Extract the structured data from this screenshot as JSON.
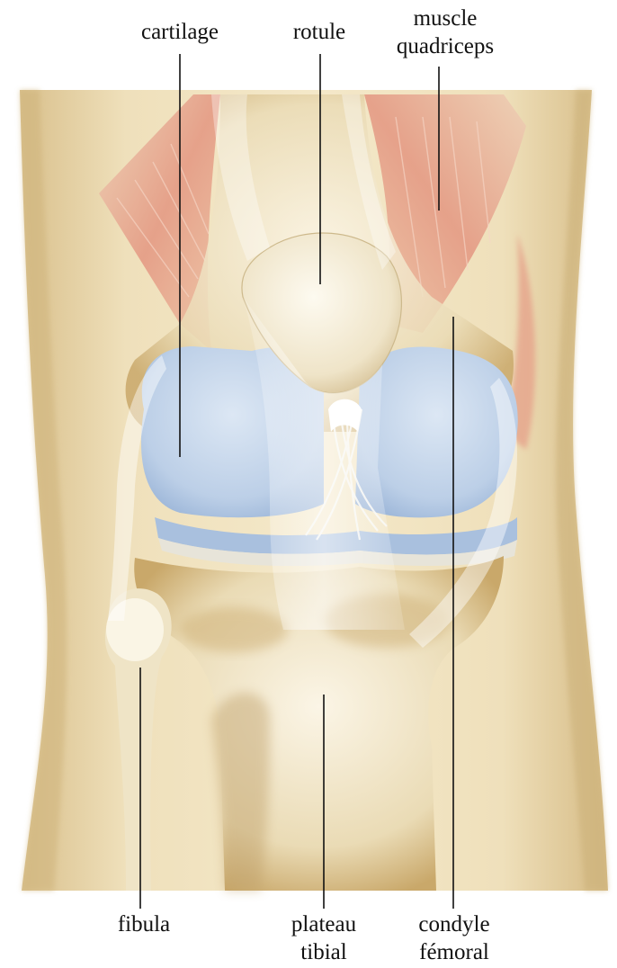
{
  "labels": {
    "cartilage": "cartilage",
    "rotule": "rotule",
    "muscle_quadriceps": [
      "muscle",
      "quadriceps"
    ],
    "fibula": "fibula",
    "plateau_tibial": [
      "plateau",
      "tibial"
    ],
    "condyle_femoral": [
      "condyle",
      "fémoral"
    ]
  },
  "colors": {
    "skin": "#e9d7ae",
    "bone": "#f3ead2",
    "bone_shadow": "#c9a86a",
    "cartilage": "#b9cde6",
    "muscle": "#e7a08c",
    "leader_line": "#111111"
  }
}
